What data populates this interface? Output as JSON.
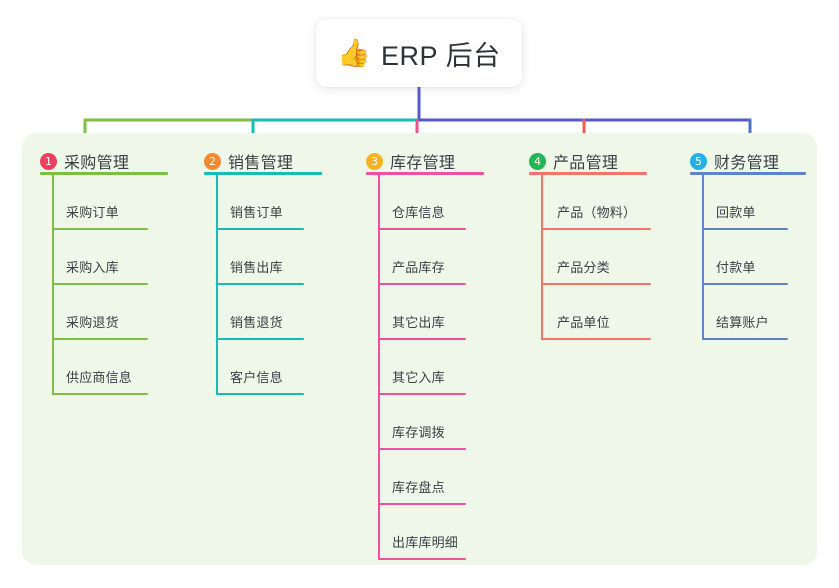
{
  "root": {
    "icon": "thumbs-up-icon",
    "emoji": "👍",
    "title": "ERP 后台"
  },
  "palette": {
    "panel_bg": "#eff7e9",
    "page_bg": "#ffffff",
    "text": "#3b4048",
    "trunk_left_green": "#7cbf43",
    "trunk_teal": "#17bdb4",
    "trunk_purple": "#5558c8",
    "drop_col1": "#7cbf43",
    "drop_col2": "#17bdb4",
    "drop_col3": "#f0508c",
    "drop_col4": "#f4584f",
    "drop_col5": "#4f72c9"
  },
  "columns": [
    {
      "index": "1",
      "badge_number": "1",
      "badge_color": "#ef3f5e",
      "line_color": "#7cbf43",
      "title": "采购管理",
      "items": [
        {
          "label": "采购订单"
        },
        {
          "label": "采购入库"
        },
        {
          "label": "采购退货"
        },
        {
          "label": "供应商信息"
        }
      ]
    },
    {
      "index": "2",
      "badge_number": "2",
      "badge_color": "#f5892f",
      "line_color": "#17bdb4",
      "title": "销售管理",
      "items": [
        {
          "label": "销售订单"
        },
        {
          "label": "销售出库"
        },
        {
          "label": "销售退货"
        },
        {
          "label": "客户信息"
        }
      ]
    },
    {
      "index": "3",
      "badge_number": "3",
      "badge_color": "#f5b324",
      "line_color": "#ef51a0",
      "title": "库存管理",
      "items": [
        {
          "label": "仓库信息"
        },
        {
          "label": "产品库存"
        },
        {
          "label": "其它出库"
        },
        {
          "label": "其它入库"
        },
        {
          "label": "库存调拨"
        },
        {
          "label": "库存盘点"
        },
        {
          "label": "出库库明细"
        }
      ]
    },
    {
      "index": "4",
      "badge_number": "4",
      "badge_color": "#1fb855",
      "line_color": "#f4736a",
      "title": "产品管理",
      "items": [
        {
          "label": "产品（物料）"
        },
        {
          "label": "产品分类"
        },
        {
          "label": "产品单位"
        }
      ]
    },
    {
      "index": "5",
      "badge_number": "5",
      "badge_color": "#22b1e6",
      "line_color": "#5d83cd",
      "title": "财务管理",
      "items": [
        {
          "label": "回款单"
        },
        {
          "label": "付款单"
        },
        {
          "label": "结算账户"
        }
      ]
    }
  ]
}
